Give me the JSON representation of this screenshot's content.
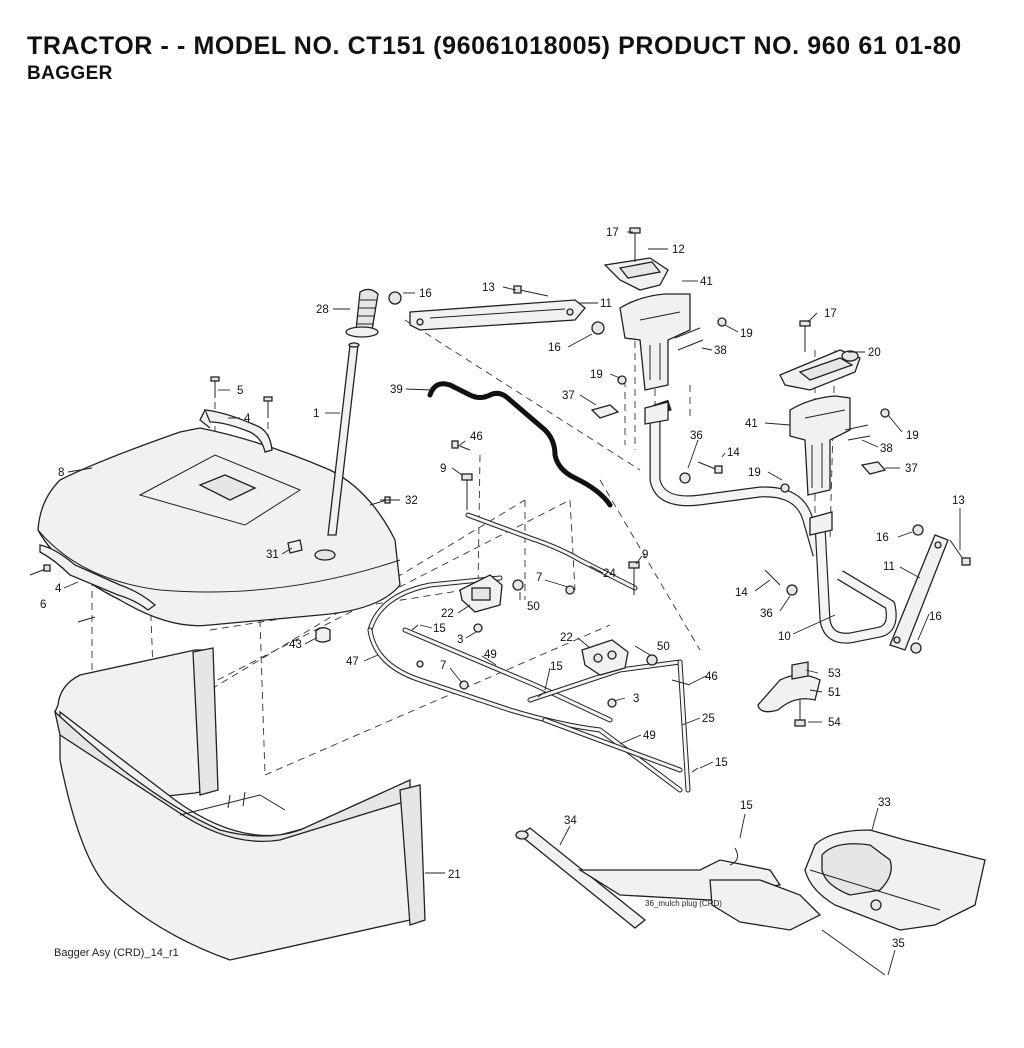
{
  "header": {
    "title": "TRACTOR - - MODEL NO. CT151 (96061018005) PRODUCT NO. 960 61 01-80",
    "subtitle": "BAGGER"
  },
  "callouts": {
    "c1": "1",
    "c3a": "3",
    "c3b": "3",
    "c4a": "4",
    "c4b": "4",
    "c5": "5",
    "c6": "6",
    "c7a": "7",
    "c7b": "7",
    "c8": "8",
    "c9a": "9",
    "c9b": "9",
    "c10": "10",
    "c11a": "11",
    "c11b": "11",
    "c12": "12",
    "c13a": "13",
    "c13b": "13",
    "c14a": "14",
    "c14b": "14",
    "c15a": "15",
    "c15b": "15",
    "c15c": "15",
    "c15d": "15",
    "c16a": "16",
    "c16b": "16",
    "c16c": "16",
    "c16d": "16",
    "c17a": "17",
    "c17b": "17",
    "c19a": "19",
    "c19b": "19",
    "c19c": "19",
    "c19d": "19",
    "c20": "20",
    "c21": "21",
    "c22a": "22",
    "c22b": "22",
    "c24": "24",
    "c25": "25",
    "c28": "28",
    "c31": "31",
    "c32": "32",
    "c33": "33",
    "c34": "34",
    "c35": "35",
    "c36a": "36",
    "c36b": "36",
    "c37a": "37",
    "c37b": "37",
    "c38a": "38",
    "c38b": "38",
    "c39": "39",
    "c41a": "41",
    "c41b": "41",
    "c43": "43",
    "c46a": "46",
    "c46b": "46",
    "c47": "47",
    "c49a": "49",
    "c49b": "49",
    "c50a": "50",
    "c50b": "50",
    "c51": "51",
    "c53": "53",
    "c54": "54"
  },
  "mulch_plug_label": "36_mulch plug (CRD)",
  "diagram_reference": "Bagger Asy (CRD)_14_r1"
}
